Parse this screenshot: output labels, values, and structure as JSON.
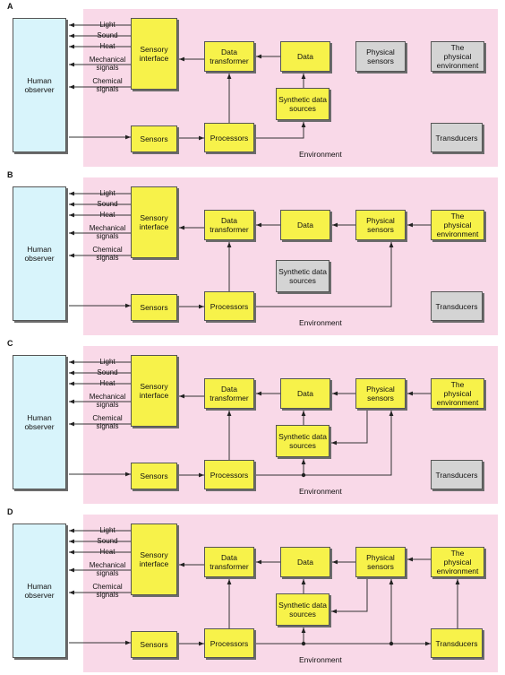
{
  "labels": {
    "human": "Human\nobserver",
    "sensory": "Sensory\ninterface",
    "transformer": "Data\ntransformer",
    "data": "Data",
    "physical_sensors": "Physical\nsensors",
    "physical_env": "The\nphysical\nenvironment",
    "synthetic": "Synthetic data\nsources",
    "sensors": "Sensors",
    "processors": "Processors",
    "transducers": "Transducers",
    "environment": "Environment",
    "signals": [
      "Light",
      "Sound",
      "Heat",
      "Mechanical\nsignals",
      "Chemical\nsignals"
    ]
  },
  "panels": [
    {
      "letter": "A",
      "physical_sensors_active": false,
      "physical_env_active": false,
      "synthetic_active": true,
      "transducers_active": false
    },
    {
      "letter": "B",
      "physical_sensors_active": true,
      "physical_env_active": true,
      "synthetic_active": false,
      "transducers_active": false
    },
    {
      "letter": "C",
      "physical_sensors_active": true,
      "physical_env_active": true,
      "synthetic_active": true,
      "transducers_active": false
    },
    {
      "letter": "D",
      "physical_sensors_active": true,
      "physical_env_active": true,
      "synthetic_active": true,
      "transducers_active": true
    }
  ],
  "colors": {
    "active": "#f7f24a",
    "inactive": "#d4d4d4",
    "human": "#d8f4fb",
    "background": "#f9d9e8"
  }
}
